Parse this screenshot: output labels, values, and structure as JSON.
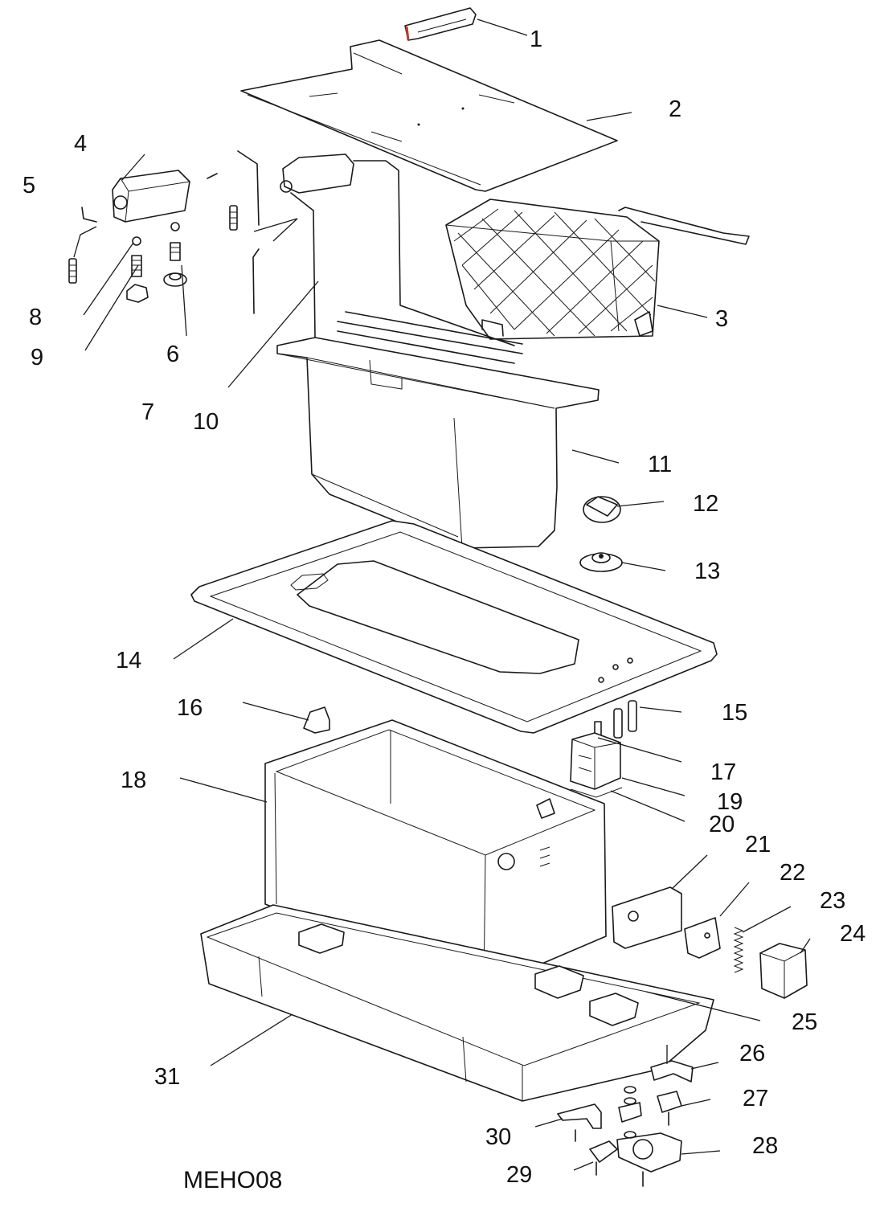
{
  "diagram": {
    "model_code": "MEHO08",
    "callouts": [
      "1",
      "2",
      "3",
      "4",
      "5",
      "6",
      "7",
      "8",
      "9",
      "10",
      "11",
      "12",
      "13",
      "14",
      "15",
      "16",
      "17",
      "18",
      "19",
      "20",
      "21",
      "22",
      "23",
      "24",
      "25",
      "26",
      "27",
      "28",
      "29",
      "30",
      "31"
    ],
    "colors": {
      "ink": "#1a1a1a",
      "handle_accent": "#c0392b",
      "background": "#ffffff"
    }
  }
}
